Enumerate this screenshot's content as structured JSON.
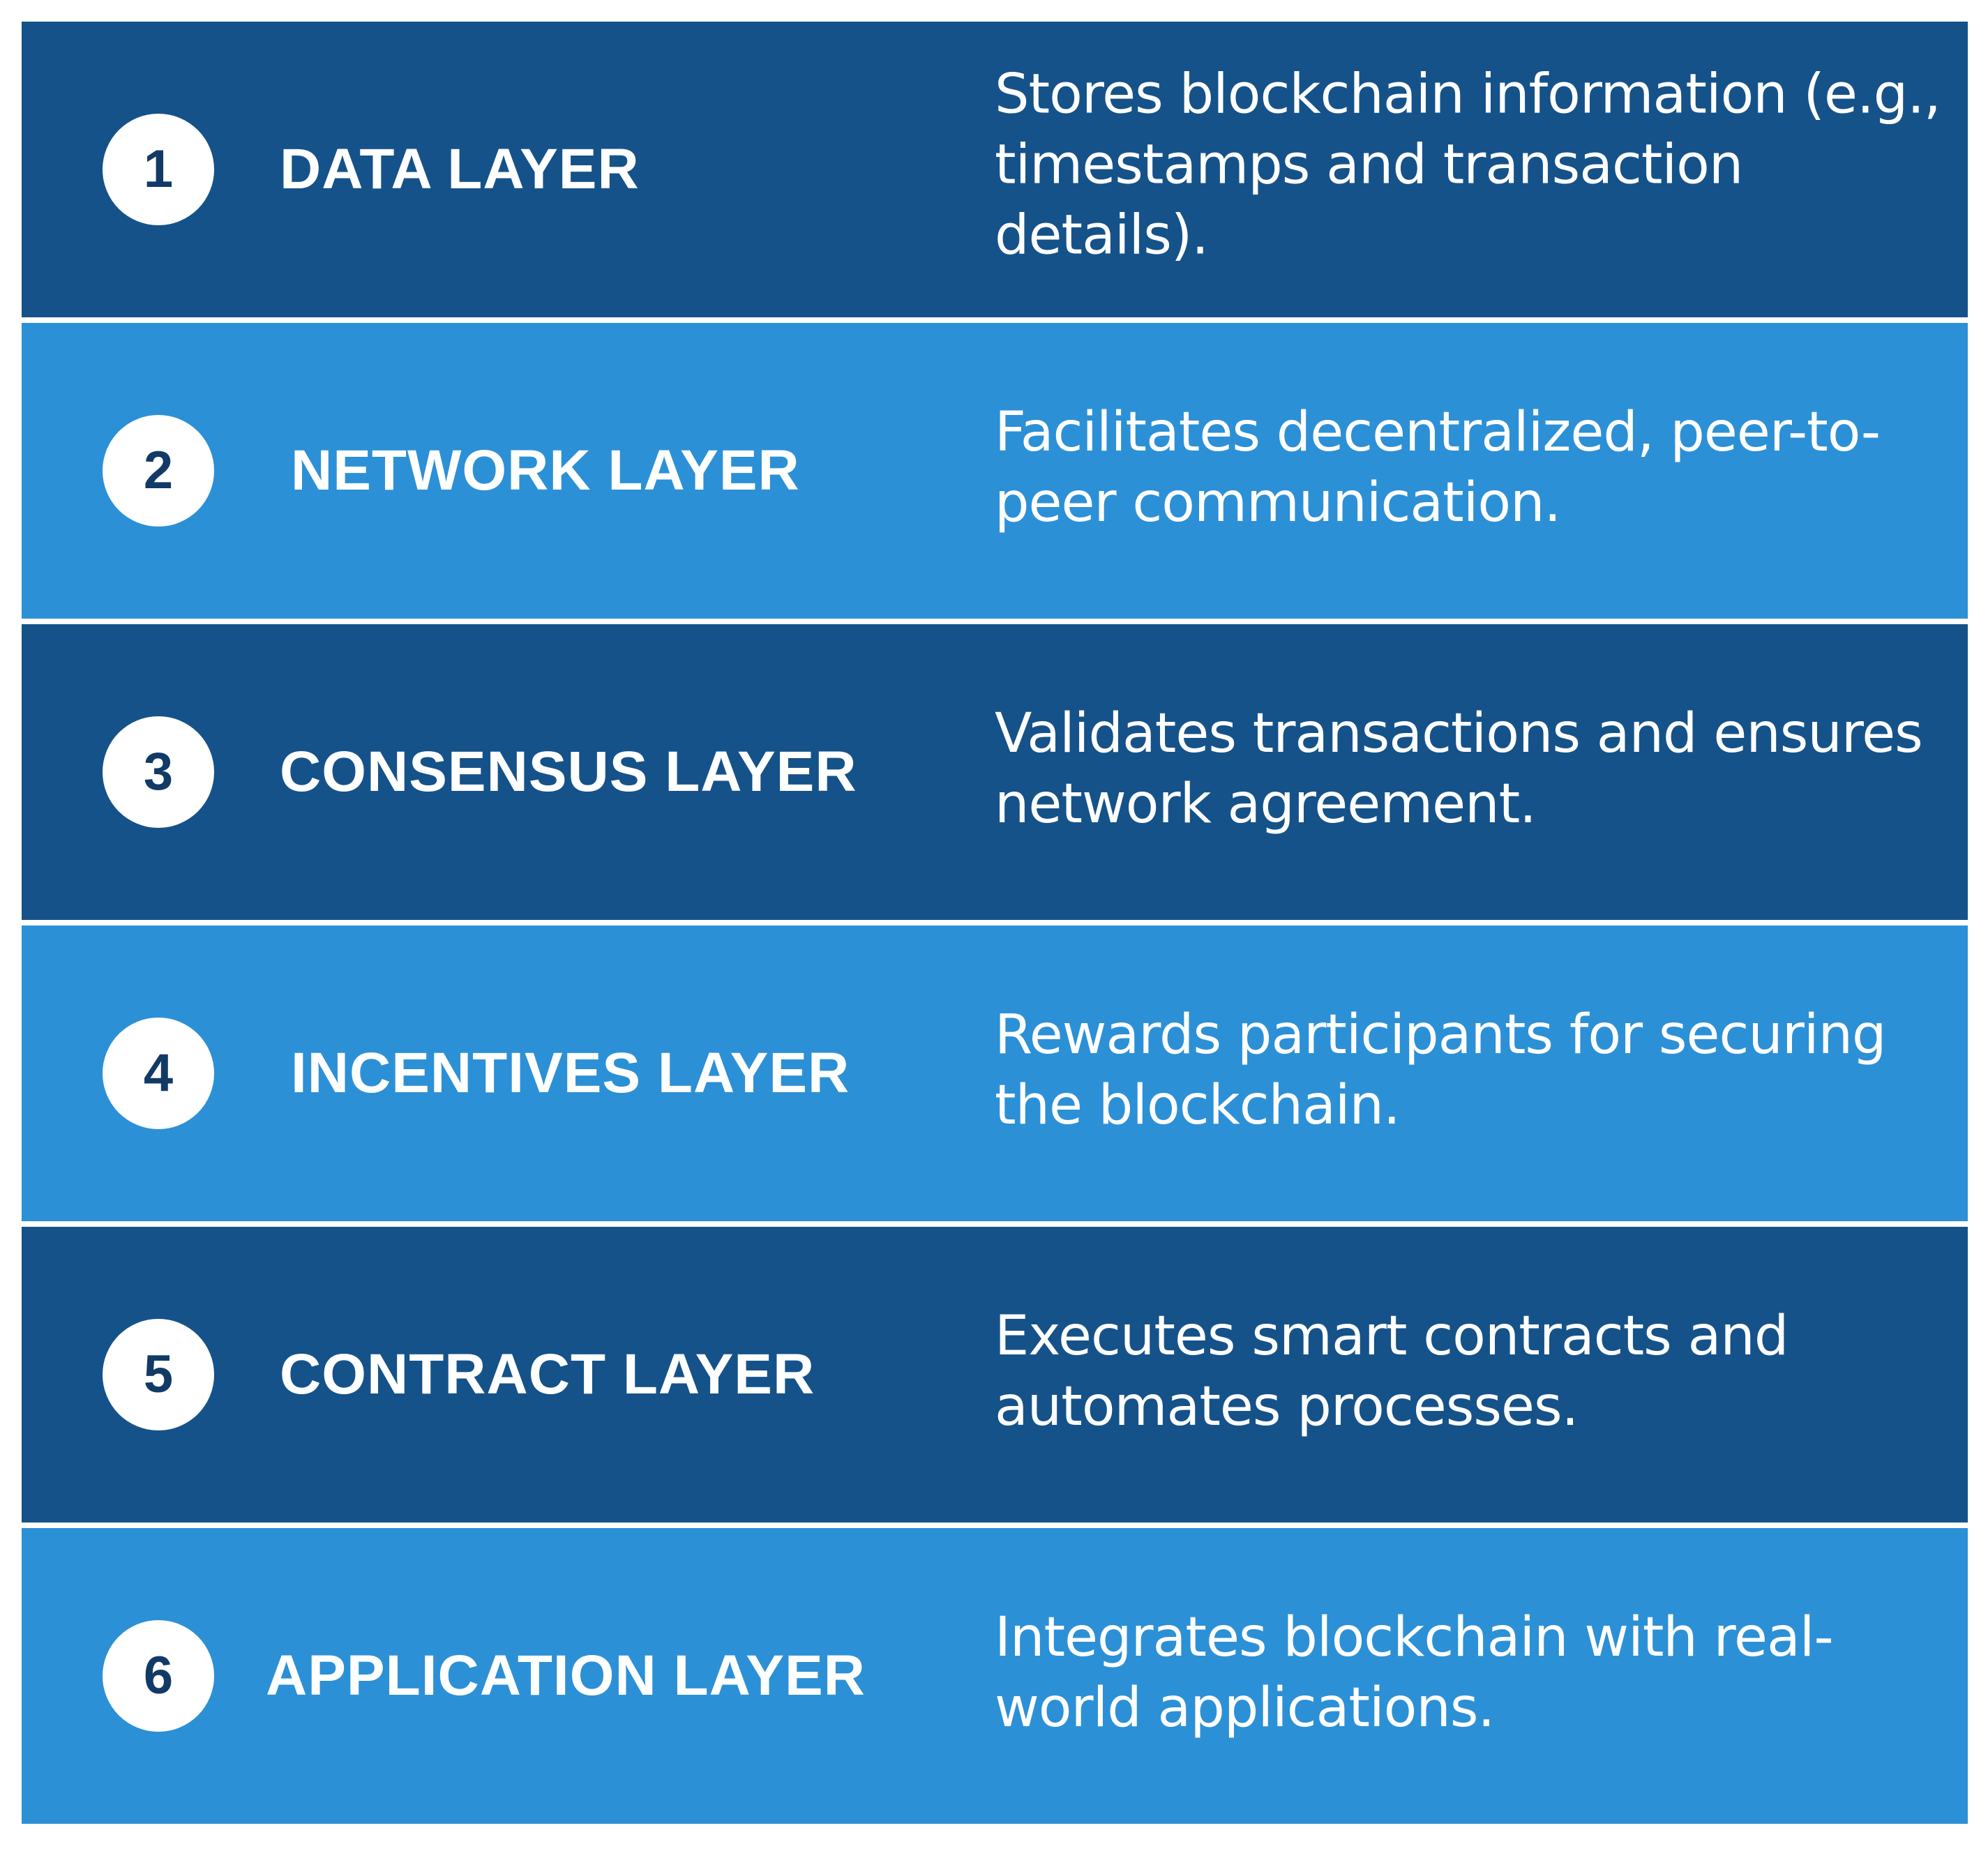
{
  "layers": [
    {
      "number": "1",
      "name": "DATA LAYER",
      "description": "Stores blockchain information (e.g., timestamps and transaction details)."
    },
    {
      "number": "2",
      "name": "NETWORK LAYER",
      "description": "Facilitates decentralized, peer-to-peer communication."
    },
    {
      "number": "3",
      "name": "CONSENSUS LAYER",
      "description": "Validates transactions and ensures network agreement."
    },
    {
      "number": "4",
      "name": "INCENTIVES LAYER",
      "description": "Rewards participants for securing the blockchain."
    },
    {
      "number": "5",
      "name": "CONTRACT LAYER",
      "description": "Executes smart contracts and automates processes."
    },
    {
      "number": "6",
      "name": "APPLICATION LAYER",
      "description": "Integrates blockchain with real-world applications."
    }
  ],
  "colors": {
    "dark_band": "#155289",
    "light_band": "#2c90d6",
    "badge_fill": "#ffffff",
    "badge_text": "#123a66",
    "text": "#ffffff"
  }
}
